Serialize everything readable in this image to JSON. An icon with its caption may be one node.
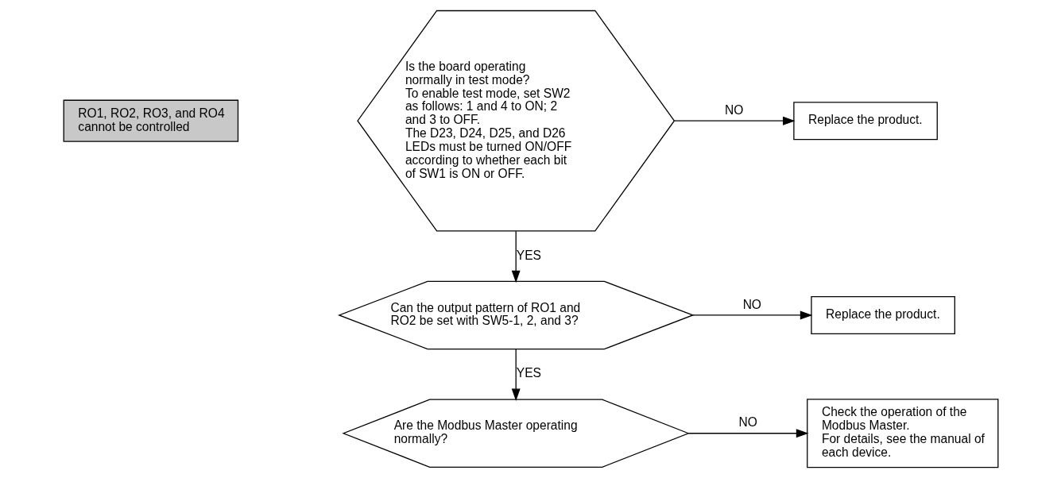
{
  "diagram": {
    "nodes": [
      {
        "text": [
          "RO1, RO2, RO3, and RO4 cannot be controlled"
        ]
      },
      {
        "text": [
          "Is the board operating normally in test mode?",
          "To enable test mode, set SW2 as follows: 1 and 4 to ON; 2 and 3 to OFF.",
          "The D23, D24, D25, and D26 LEDs must be turned ON/OFF according to whether each bit of SW1 is ON or OFF."
        ]
      },
      {
        "text": [
          "Replace the product."
        ]
      },
      {
        "text": [
          "Can the output pattern of RO1 and RO2 be set with SW5-1, 2, and 3?"
        ]
      },
      {
        "text": [
          "Replace the product."
        ]
      },
      {
        "text": [
          "Are the Modbus Master operating normally?"
        ]
      },
      {
        "text": [
          "Check the operation of the Modbus Master.",
          "For details, see the manual of each device."
        ]
      }
    ],
    "edges": [
      {
        "from": 1,
        "to": 2,
        "arrow": "to",
        "label": "NO"
      },
      {
        "from": 1,
        "to": 3,
        "arrow": "to",
        "label": "YES"
      },
      {
        "from": 3,
        "to": 4,
        "arrow": "to",
        "label": "NO"
      },
      {
        "from": 3,
        "to": 5,
        "arrow": "to",
        "label": "YES"
      },
      {
        "from": 5,
        "to": 6,
        "arrow": "to",
        "label": "NO"
      }
    ]
  }
}
